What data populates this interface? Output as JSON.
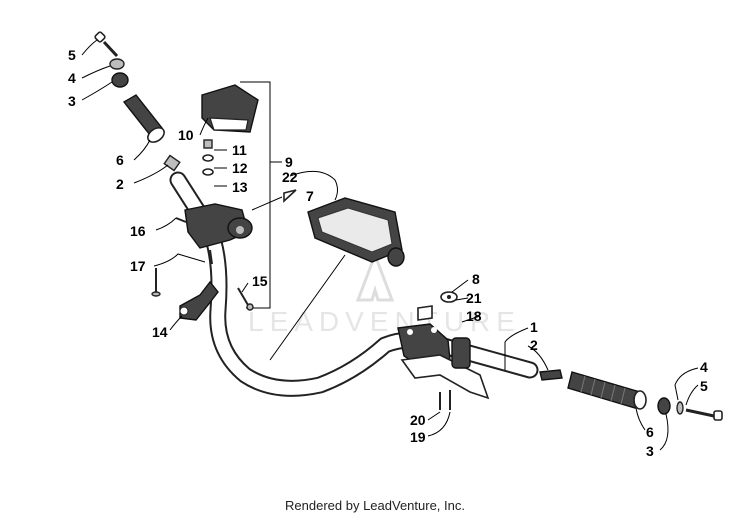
{
  "callouts": [
    {
      "id": "c5a",
      "label": "5"
    },
    {
      "id": "c4a",
      "label": "4"
    },
    {
      "id": "c3a",
      "label": "3"
    },
    {
      "id": "c10",
      "label": "10"
    },
    {
      "id": "c11",
      "label": "11"
    },
    {
      "id": "c12",
      "label": "12"
    },
    {
      "id": "c9",
      "label": "9"
    },
    {
      "id": "c13",
      "label": "13"
    },
    {
      "id": "c6a",
      "label": "6"
    },
    {
      "id": "c2a",
      "label": "2"
    },
    {
      "id": "c22",
      "label": "22"
    },
    {
      "id": "c7",
      "label": "7"
    },
    {
      "id": "c16",
      "label": "16"
    },
    {
      "id": "c17",
      "label": "17"
    },
    {
      "id": "c15",
      "label": "15"
    },
    {
      "id": "c14",
      "label": "14"
    },
    {
      "id": "c8",
      "label": "8"
    },
    {
      "id": "c21",
      "label": "21"
    },
    {
      "id": "c18",
      "label": "18"
    },
    {
      "id": "c1",
      "label": "1"
    },
    {
      "id": "c2b",
      "label": "2"
    },
    {
      "id": "c4b",
      "label": "4"
    },
    {
      "id": "c5b",
      "label": "5"
    },
    {
      "id": "c20",
      "label": "20"
    },
    {
      "id": "c19",
      "label": "19"
    },
    {
      "id": "c6b",
      "label": "6"
    },
    {
      "id": "c3b",
      "label": "3"
    }
  ],
  "watermark": "LEADVENTURE",
  "footer": "Rendered by LeadVenture, Inc."
}
